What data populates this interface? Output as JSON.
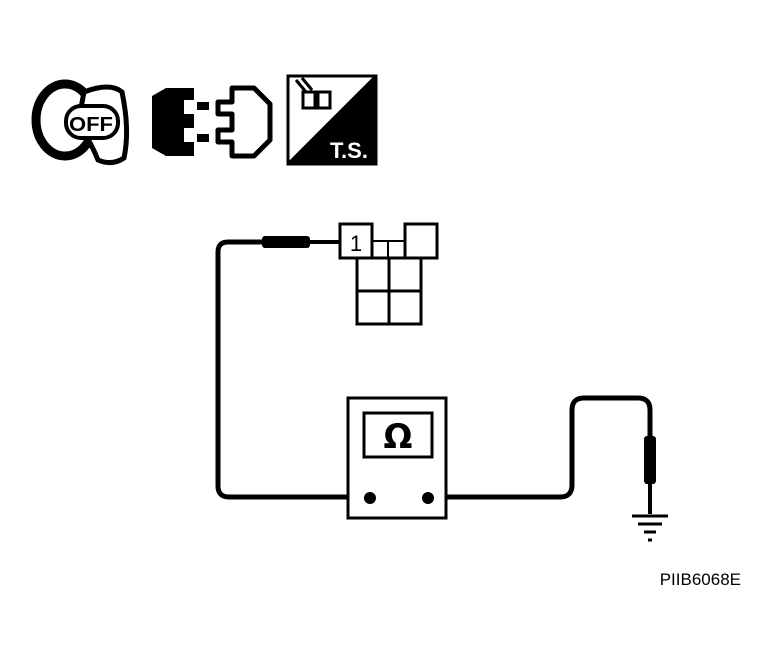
{
  "icons": {
    "ignition": {
      "name": "ignition-key-icon",
      "state_text": "OFF"
    },
    "connector": {
      "name": "disconnect-connector-icon"
    },
    "harness": {
      "name": "harness-connector-ts-icon",
      "label": "T.S."
    }
  },
  "connector": {
    "terminal_label": "1"
  },
  "meter": {
    "symbol": "Ω",
    "name": "ohmmeter"
  },
  "figure_code": "PIIB6068E",
  "colors": {
    "ink": "#000000",
    "paper": "#ffffff"
  }
}
